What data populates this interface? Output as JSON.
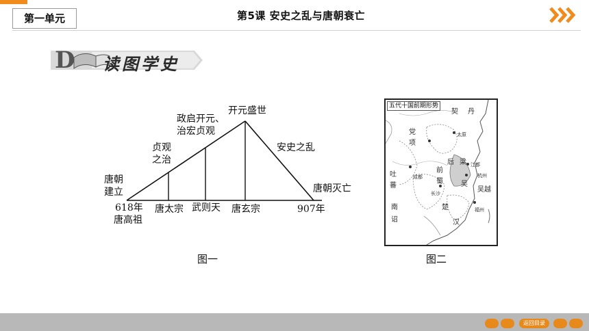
{
  "header": {
    "unit_label": "第一单元",
    "lesson_title": "第5课    安史之乱与唐朝衰亡",
    "accent_color": "#f08c1e",
    "next_icon": "triple-chevron-right-icon"
  },
  "banner": {
    "letter": "D",
    "title": "读图学史"
  },
  "figure1": {
    "left_top": "唐朝",
    "left_bottom": "建立",
    "start_year": "618年",
    "start_emperor": "唐高祖",
    "tick1": "唐太宗",
    "tick2": "武则天",
    "tick3": "唐玄宗",
    "end_year": "907年",
    "label_zhenguan_1": "贞观",
    "label_zhenguan_2": "之治",
    "label_kaiyuan_1": "政启开元、",
    "label_kaiyuan_2": "治宏贞观",
    "peak": "开元盛世",
    "decline": "安史之乱",
    "end": "唐朝灭亡",
    "caption": "图一"
  },
  "figure2": {
    "title": "五代十国前期形势",
    "labels": [
      "契",
      "丹",
      "党",
      "项",
      "后",
      "梁",
      "前",
      "蜀",
      "吴",
      "楚",
      "吴越",
      "吐",
      "蕃",
      "南",
      "诏",
      "汉",
      "成都",
      "太原",
      "江都",
      "杭州",
      "长沙",
      "福州"
    ],
    "caption": "图二"
  },
  "footer": {
    "back_label": "返回目录"
  }
}
